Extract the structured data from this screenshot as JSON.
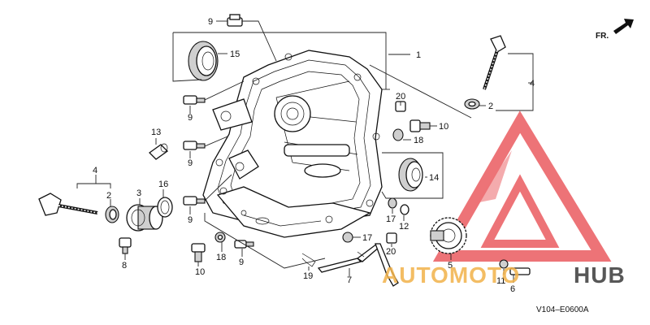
{
  "diagram": {
    "code": "V104–E0600A",
    "direction_label": "FR.",
    "callouts": [
      {
        "id": "c1",
        "label": "1"
      },
      {
        "id": "c2a",
        "label": "2"
      },
      {
        "id": "c2b",
        "label": "2"
      },
      {
        "id": "c3",
        "label": "3"
      },
      {
        "id": "c4a",
        "label": "4"
      },
      {
        "id": "c4b",
        "label": "4"
      },
      {
        "id": "c5",
        "label": "5"
      },
      {
        "id": "c6",
        "label": "6"
      },
      {
        "id": "c7",
        "label": "7"
      },
      {
        "id": "c8",
        "label": "8"
      },
      {
        "id": "c9a",
        "label": "9"
      },
      {
        "id": "c9b",
        "label": "9"
      },
      {
        "id": "c9c",
        "label": "9"
      },
      {
        "id": "c9d",
        "label": "9"
      },
      {
        "id": "c9e",
        "label": "9"
      },
      {
        "id": "c9f",
        "label": "9"
      },
      {
        "id": "c10a",
        "label": "10"
      },
      {
        "id": "c10b",
        "label": "10"
      },
      {
        "id": "c11",
        "label": "11"
      },
      {
        "id": "c12",
        "label": "12"
      },
      {
        "id": "c13",
        "label": "13"
      },
      {
        "id": "c14",
        "label": "14"
      },
      {
        "id": "c15",
        "label": "15"
      },
      {
        "id": "c16",
        "label": "16"
      },
      {
        "id": "c17a",
        "label": "17"
      },
      {
        "id": "c17b",
        "label": "17"
      },
      {
        "id": "c18a",
        "label": "18"
      },
      {
        "id": "c18b",
        "label": "18"
      },
      {
        "id": "c19",
        "label": "19"
      },
      {
        "id": "c20a",
        "label": "20"
      },
      {
        "id": "c20b",
        "label": "20"
      }
    ]
  },
  "watermark": {
    "brand_part1": "AUTOMOTO",
    "brand_part2": "HUB",
    "color_primary": "#e8454a",
    "color_secondary": "#f2b24a",
    "color_dark": "#3a3a3a"
  }
}
